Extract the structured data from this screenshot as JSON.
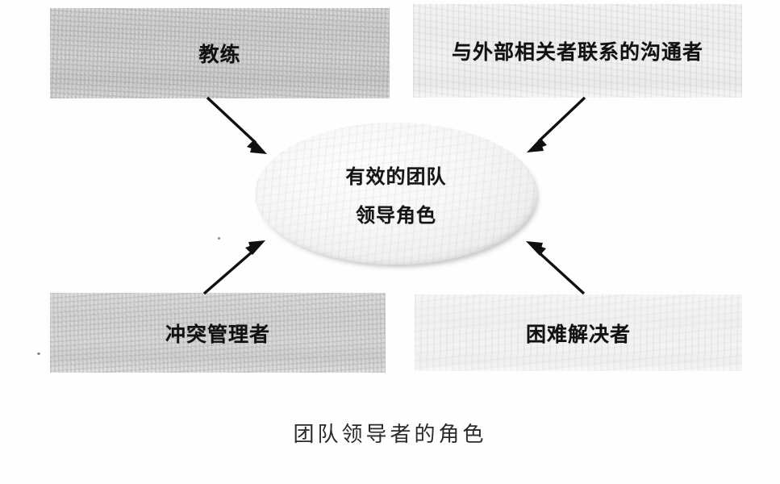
{
  "figure": {
    "caption": "团队领导者的角色",
    "center": {
      "line1": "有效的团队",
      "line2": "领导角色"
    },
    "roles": [
      {
        "id": "coach",
        "label": "教练",
        "position": "top-left"
      },
      {
        "id": "communicator",
        "label": "与外部相关者联系的沟通者",
        "position": "top-right"
      },
      {
        "id": "conflict",
        "label": "冲突管理者",
        "position": "bottom-left"
      },
      {
        "id": "problem",
        "label": "困难解决者",
        "position": "bottom-right"
      }
    ],
    "arrows": [
      {
        "id": "coach-to-center",
        "from": "coach",
        "to": "center",
        "direction": "down-right"
      },
      {
        "id": "communicator-to-center",
        "from": "communicator",
        "to": "center",
        "direction": "down-left"
      },
      {
        "id": "conflict-to-center",
        "from": "conflict",
        "to": "center",
        "direction": "up-right"
      },
      {
        "id": "problem-to-center",
        "from": "problem",
        "to": "center",
        "direction": "up-left"
      }
    ],
    "colors": {
      "background": "#ffffff",
      "text": "#111111",
      "arrow": "#101010",
      "box_dark": "#d4d4d4",
      "box_light": "#f2f2f2",
      "ellipse": "#f5f5f5"
    }
  }
}
